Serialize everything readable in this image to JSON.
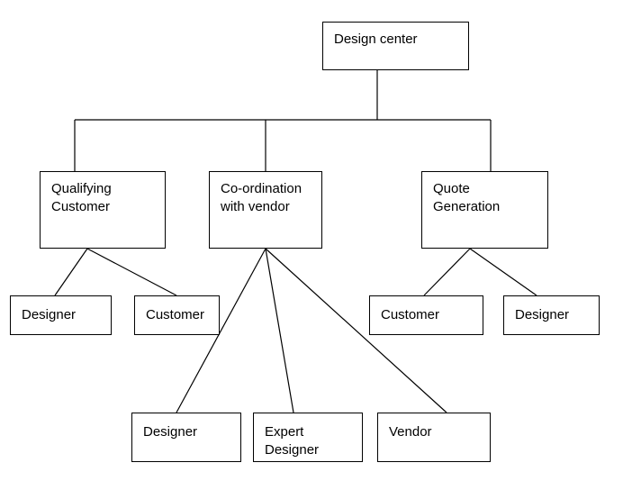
{
  "diagram": {
    "root": "Design center",
    "branches": [
      {
        "label": "Qualifying\nCustomer",
        "children": [
          "Designer",
          "Customer"
        ]
      },
      {
        "label": "Co-ordination\nwith vendor",
        "children": [
          "Designer",
          "Expert\nDesigner",
          "Vendor"
        ]
      },
      {
        "label": "Quote\nGeneration",
        "children": [
          "Customer",
          "Designer"
        ]
      }
    ]
  }
}
